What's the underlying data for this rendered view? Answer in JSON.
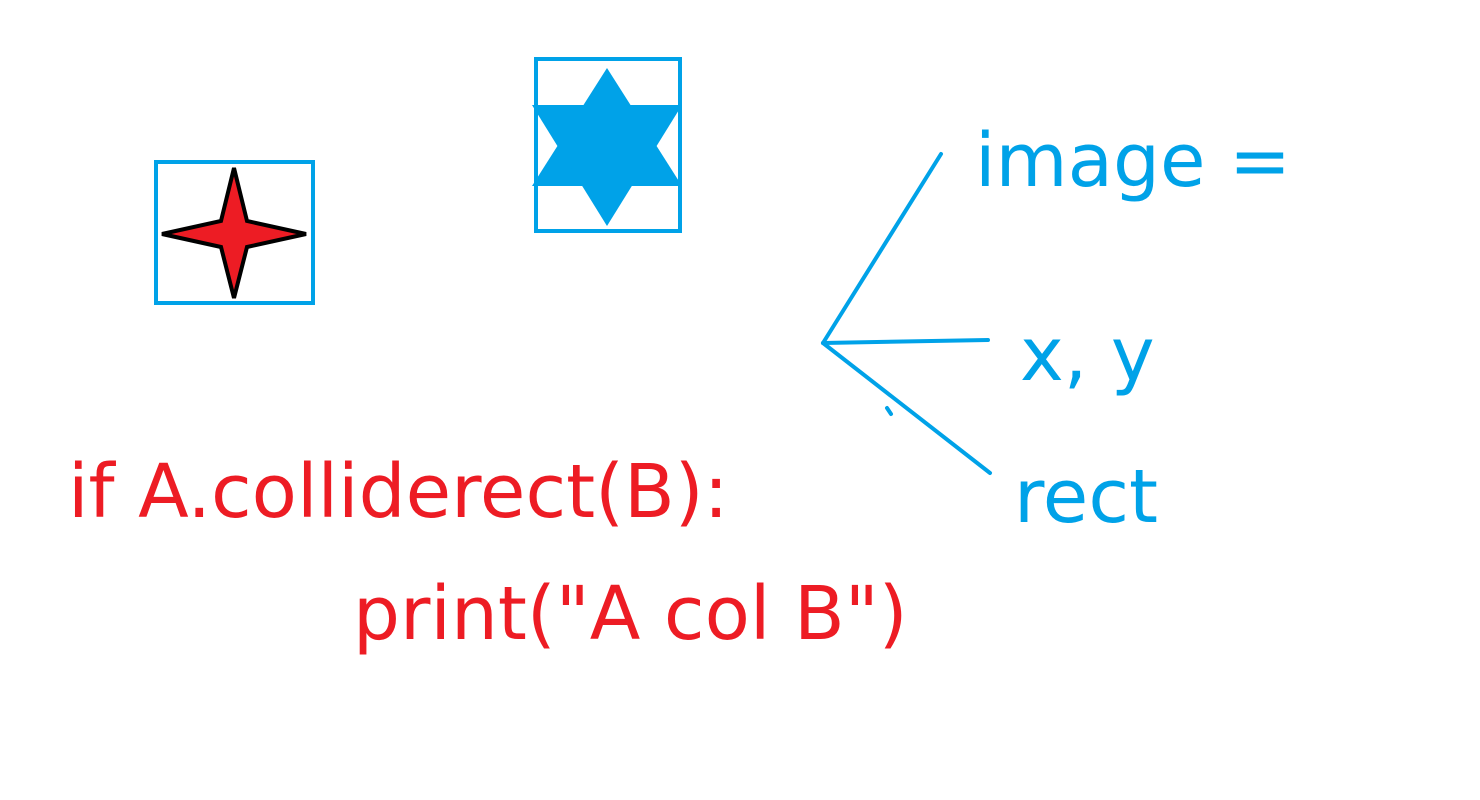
{
  "colors": {
    "blue": "#00a2e8",
    "red": "#ed1c24",
    "outline": "#000000",
    "background": "#ffffff"
  },
  "shapes": {
    "object_a": {
      "icon": "four-point-star-icon",
      "fill": "#ed1c24",
      "stroke": "#000000",
      "box": "#00a2e8"
    },
    "object_b": {
      "icon": "six-point-star-icon",
      "fill": "#00a2e8",
      "box": "#00a2e8"
    }
  },
  "annotations": {
    "attributes": [
      "image =",
      "x, y",
      "rect"
    ]
  },
  "code": {
    "line1": "if A.colliderect(B):",
    "line2": "print(\"A col B\")"
  }
}
